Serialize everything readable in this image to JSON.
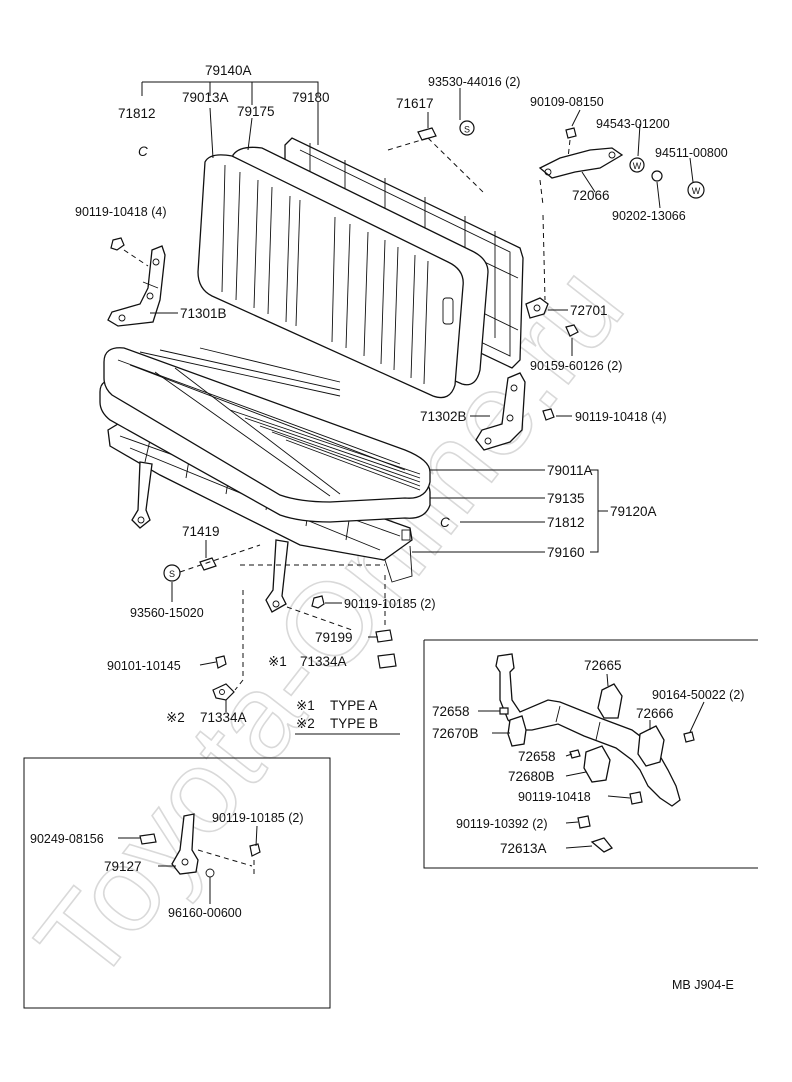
{
  "watermark": "Toyota-Online.ru",
  "figure_code": "MB  J904-E",
  "legend": {
    "type_a": "TYPE  A",
    "type_b": "TYPE  B",
    "mark_1": "※1",
    "mark_2": "※2"
  },
  "labels": {
    "p79140A": "79140A",
    "p71812_top": "71812",
    "p79013A": "79013A",
    "p79175": "79175",
    "p79180": "79180",
    "p93530": "93530-44016 (2)",
    "p71617": "71617",
    "p90109": "90109-08150",
    "p94543": "94543-01200",
    "p94511": "94511-00800",
    "p72066": "72066",
    "p90202": "90202-13066",
    "p90119_10418_top": "90119-10418 (4)",
    "p71301B": "71301B",
    "p72701": "72701",
    "p90159": "90159-60126 (2)",
    "p71302B": "71302B",
    "p90119_10418_mid": "90119-10418 (4)",
    "p79011A": "79011A",
    "p79135": "79135",
    "p71812_mid": "71812",
    "p79120A": "79120A",
    "p79160": "79160",
    "p71419": "71419",
    "p93560": "93560-15020",
    "p90119_10185_mid": "90119-10185 (2)",
    "p79199": "79199",
    "p90101": "90101-10145",
    "p71334A_1": "71334A",
    "p71334A_2": "71334A",
    "mark_1_part": "※1",
    "mark_2_part": "※2",
    "p72665": "72665",
    "p90164": "90164-50022 (2)",
    "p72658_a": "72658",
    "p72666": "72666",
    "p72670B": "72670B",
    "p72658_b": "72658",
    "p72680B": "72680B",
    "p90119_10418_low": "90119-10418",
    "p90119_10392": "90119-10392 (2)",
    "p72613A": "72613A",
    "p90249": "90249-08156",
    "p90119_10185_low": "90119-10185 (2)",
    "p79127": "79127",
    "p96160": "96160-00600",
    "c_top": "C",
    "c_mid": "C",
    "s_top": "S",
    "s_mid": "S",
    "w_a": "W",
    "w_b": "W"
  }
}
